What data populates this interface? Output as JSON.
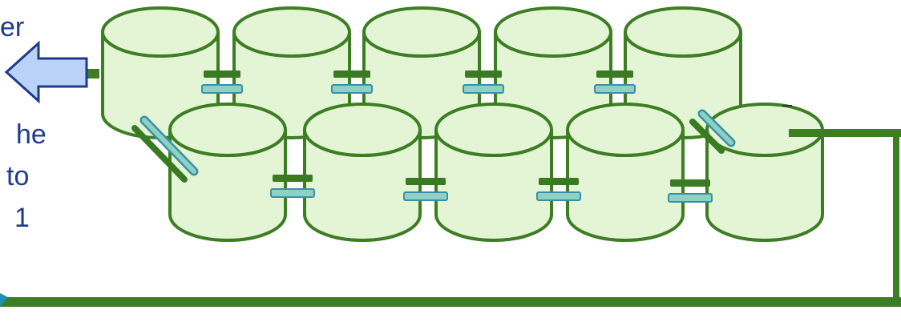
{
  "text_fragments": {
    "line1": "er",
    "line2": "he",
    "line3": "to",
    "line4": "1"
  },
  "colors": {
    "tank_fill": "#e3f5d4",
    "tank_stroke": "#3d7d23",
    "connector_dark": "#3a7a22",
    "connector_light": "#8fd1c2",
    "connector_light_border": "#3a90a8",
    "arrow_fill": "#b9d2f5",
    "arrow_stroke": "#1f3a8a",
    "text": "#1f3a8a",
    "pipe": "#3d7d23",
    "pipe_marker": "#1e8fb0"
  },
  "diagram": {
    "top_row_tanks": 5,
    "bottom_row_tanks": 5,
    "flow_arrow": "left-arrow-icon"
  }
}
